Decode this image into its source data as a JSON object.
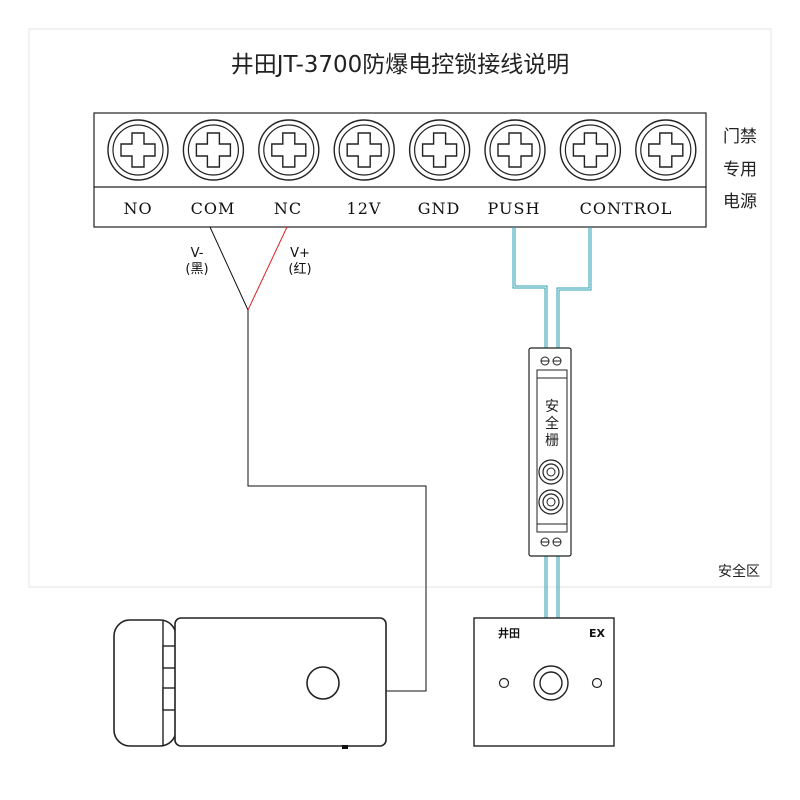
{
  "title": "井田JT-3700防爆电控锁接线说明",
  "terminals": [
    "NO",
    "COM",
    "NC",
    "12V",
    "GND",
    "PUSH",
    "CONTROL"
  ],
  "power_label": [
    "门禁",
    "专用",
    "电源"
  ],
  "wires": {
    "minus_label": "V-",
    "minus_color_label": "(黑)",
    "plus_label": "V+",
    "plus_color_label": "(红)",
    "minus_color": "#111111",
    "plus_color": "#e02020",
    "signal_color": "#2a9fb0"
  },
  "barrier_label": [
    "安",
    "全",
    "栅"
  ],
  "safe_zone_label": "安全区",
  "button_box": {
    "brand": "井田",
    "model": "EX"
  }
}
